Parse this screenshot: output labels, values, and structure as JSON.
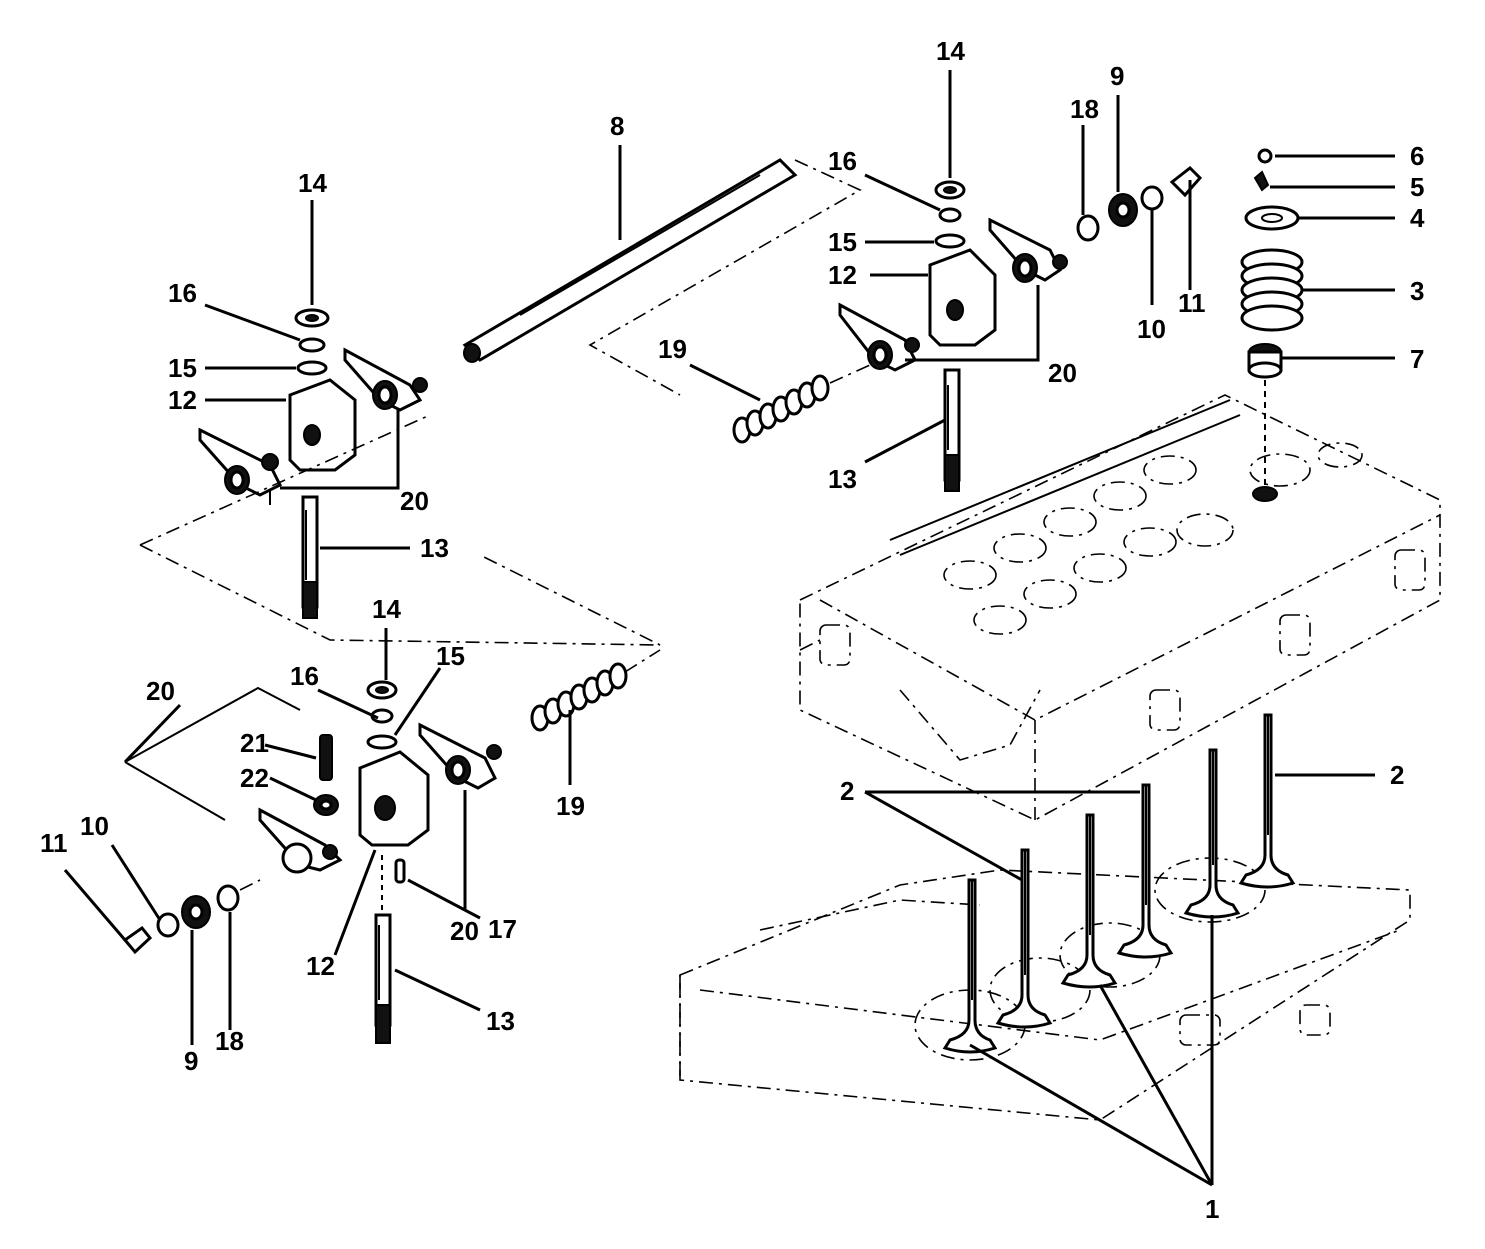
{
  "diagram": {
    "callouts": {
      "c1": "1",
      "c2a": "2",
      "c2b": "2",
      "c3": "3",
      "c4": "4",
      "c5": "5",
      "c6": "6",
      "c7": "7",
      "c8": "8",
      "c9a": "9",
      "c9b": "9",
      "c10a": "10",
      "c10b": "10",
      "c11a": "11",
      "c11b": "11",
      "c12a": "12",
      "c12b": "12",
      "c12c": "12",
      "c13a": "13",
      "c13b": "13",
      "c13c": "13",
      "c14a": "14",
      "c14b": "14",
      "c14c": "14",
      "c15a": "15",
      "c15b": "15",
      "c15c": "15",
      "c16a": "16",
      "c16b": "16",
      "c16c": "16",
      "c17": "17",
      "c18a": "18",
      "c18b": "18",
      "c19a": "19",
      "c19b": "19",
      "c20a": "20",
      "c20b": "20",
      "c20c": "20",
      "c20d": "20",
      "c21": "21",
      "c22": "22"
    }
  }
}
